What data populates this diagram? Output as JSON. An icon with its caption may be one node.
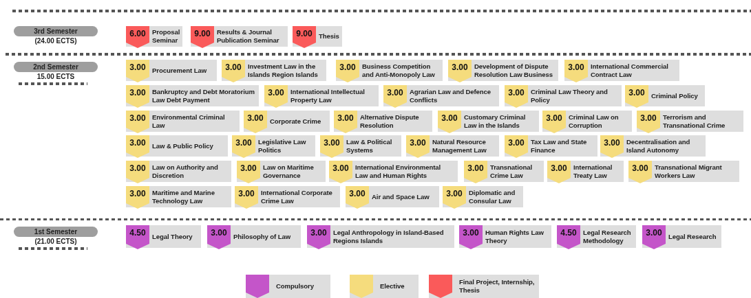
{
  "diagram": {
    "nodes": [
      {
        "text": [
          "3rd Semester",
          "(24.00 ECTS)"
        ]
      },
      {
        "text": [
          "6.00",
          "Proposal Seminar"
        ]
      },
      {
        "text": [
          "9.00",
          "Results & Journal Publication Seminar"
        ]
      },
      {
        "text": [
          "9.00",
          "Thesis"
        ]
      },
      {
        "text": [
          "2nd Semester",
          "15.00 ECTS"
        ]
      },
      {
        "text": [
          "3.00",
          "Procurement Law"
        ]
      },
      {
        "text": [
          "3.00",
          "Investment Law in the Islands Region Islands"
        ]
      },
      {
        "text": [
          "3.00",
          "Business Competition and Anti-Monopoly Law"
        ]
      },
      {
        "text": [
          "3.00",
          "Development of Dispute Resolution Law Business"
        ]
      },
      {
        "text": [
          "3.00",
          "International Commercial Contract Law"
        ]
      },
      {
        "text": [
          "3.00",
          "Bankruptcy and Debt Moratorium Law Debt Payment"
        ]
      },
      {
        "text": [
          "3.00",
          "International Intellectual Property Law"
        ]
      },
      {
        "text": [
          "3.00",
          "Agrarian Law and Defence Conflicts"
        ]
      },
      {
        "text": [
          "3.00",
          "Criminal Law Theory and Policy"
        ]
      },
      {
        "text": [
          "3.00",
          "Criminal Policy"
        ]
      },
      {
        "text": [
          "3.00",
          "Environmental Criminal Law"
        ]
      },
      {
        "text": [
          "3.00",
          "Corporate Crime"
        ]
      },
      {
        "text": [
          "3.00",
          "Alternative Dispute Resolution"
        ]
      },
      {
        "text": [
          "3.00",
          "Customary Criminal Law in the Islands"
        ]
      },
      {
        "text": [
          "3.00",
          "Criminal Law on Corruption"
        ]
      },
      {
        "text": [
          "3.00",
          "Terrorism and Transnational Crime"
        ]
      },
      {
        "text": [
          "3.00",
          "Law & Public Policy"
        ]
      },
      {
        "text": [
          "3.00",
          "Legislative Law Politics"
        ]
      },
      {
        "text": [
          "3.00",
          "Law & Political Systems"
        ]
      },
      {
        "text": [
          "3.00",
          "Natural Resource Management Law"
        ]
      },
      {
        "text": [
          "3.00",
          "Tax Law and State Finance"
        ]
      },
      {
        "text": [
          "3.00",
          "Decentralisation and Island Autonomy"
        ]
      },
      {
        "text": [
          "3.00",
          "Law on Authority and Discretion"
        ]
      },
      {
        "text": [
          "3.00",
          "Law on Maritime Governance"
        ]
      },
      {
        "text": [
          "3.00",
          "International Environmental Law and Human Rights"
        ]
      },
      {
        "text": [
          "3.00",
          "Transnational Crime Law"
        ]
      },
      {
        "text": [
          "3.00",
          "International Treaty Law"
        ]
      },
      {
        "text": [
          "3.00",
          "Transnational Migrant Workers Law"
        ]
      },
      {
        "text": [
          "3.00",
          "Maritime and Marine Technology Law"
        ]
      },
      {
        "text": [
          "3.00",
          "International Corporate Crime Law"
        ]
      },
      {
        "text": [
          "3.00",
          "Air and Space Law"
        ]
      },
      {
        "text": [
          "3.00",
          "Diplomatic and Consular Law"
        ]
      },
      {
        "text": [
          "1st Semester",
          "(21.00 ECTS)"
        ]
      },
      {
        "text": [
          "4.50",
          "Legal Theory"
        ]
      },
      {
        "text": [
          "3.00",
          "Philosophy of Law"
        ]
      },
      {
        "text": [
          "3.00",
          "Legal Anthropology in Island-Based Regions Islands"
        ]
      },
      {
        "text": [
          "3.00",
          "Human Rights Law Theory"
        ]
      },
      {
        "text": [
          "4.50",
          "Legal Research Methodology"
        ]
      },
      {
        "text": [
          "3.00",
          "Legal Research"
        ]
      }
    ],
    "legend": [
      {
        "text": "Compulsory",
        "color": "#c455c9"
      },
      {
        "text": "Elective",
        "color": "#f5dc7d"
      },
      {
        "text": "Final Project, Internship, Thesis",
        "color": "#fa5a5a"
      }
    ]
  }
}
